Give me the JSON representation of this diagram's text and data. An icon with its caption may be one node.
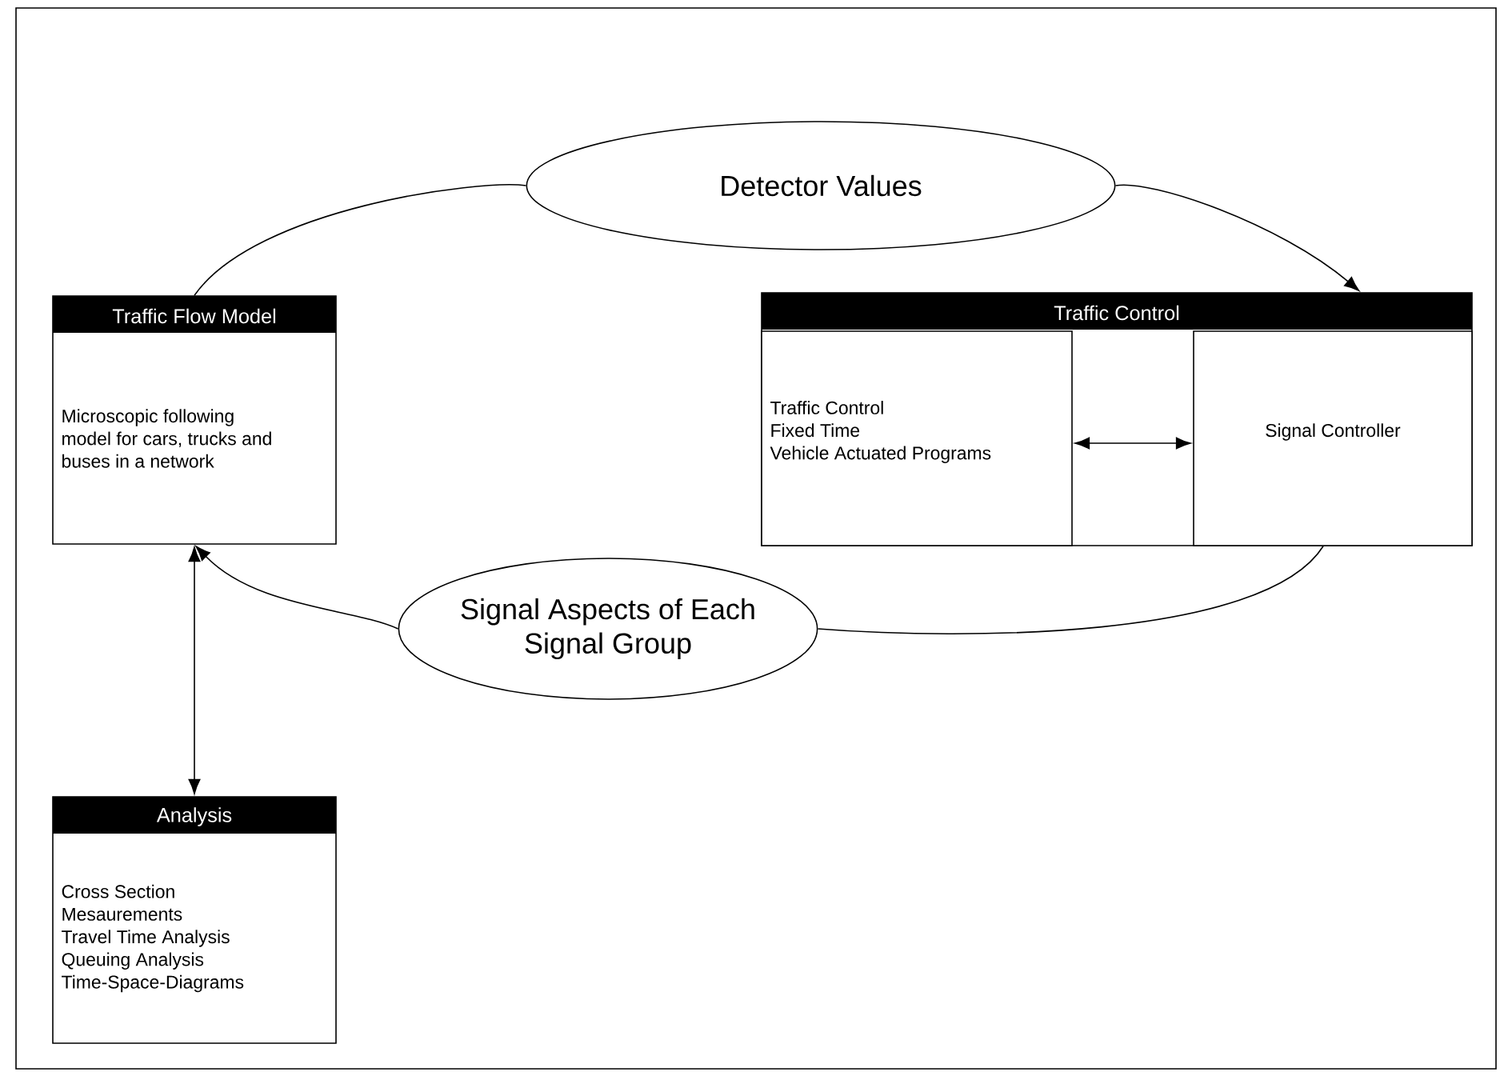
{
  "diagram": {
    "nodes": [
      {
        "text": [
          "Detector Values"
        ]
      },
      {
        "text": [
          "Traffic Flow Model",
          "Microscopic following model for cars, trucks and buses in a network"
        ]
      },
      {
        "text": [
          "Traffic Control"
        ]
      },
      {
        "text": [
          "Traffic Control",
          "Fixed Time",
          "Vehicle Actuated Programs"
        ],
        "in": 2
      },
      {
        "text": [
          "Signal Controller"
        ],
        "in": 2
      },
      {
        "text": [
          "Signal Aspects of Each Signal Group"
        ]
      },
      {
        "text": [
          "Analysis",
          "Cross Section Mesaurements",
          "Travel Time Analysis",
          "Queuing Analysis",
          "Time-Space-Diagrams"
        ]
      }
    ],
    "edges": [
      {
        "from": 1,
        "to": 0,
        "arrow": "none"
      },
      {
        "from": 0,
        "to": 2,
        "arrow": "to"
      },
      {
        "from": 3,
        "to": 4,
        "arrow": "both"
      },
      {
        "from": 4,
        "to": 5,
        "arrow": "none"
      },
      {
        "from": 5,
        "to": 1,
        "arrow": "to"
      },
      {
        "from": 1,
        "to": 6,
        "arrow": "both"
      }
    ]
  }
}
